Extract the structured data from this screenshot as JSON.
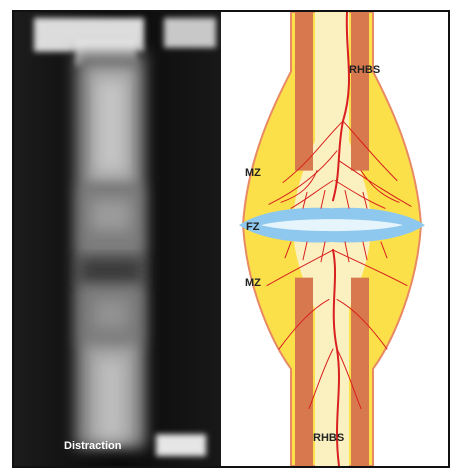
{
  "xray": {
    "caption": "Distraction"
  },
  "schematic": {
    "labels": {
      "rhbs_top": "RHBS",
      "mz_upper": "MZ",
      "fz": "FZ",
      "mz_lower": "MZ",
      "rhbs_bottom": "RHBS"
    }
  },
  "colors": {
    "bone_cortex": "#d8784e",
    "marrow": "#fbf1c0",
    "callus": "#fbe04a",
    "fibrous_zone": "#8ec8ee",
    "vessel": "#d91f1f",
    "outline": "#e88a63"
  }
}
